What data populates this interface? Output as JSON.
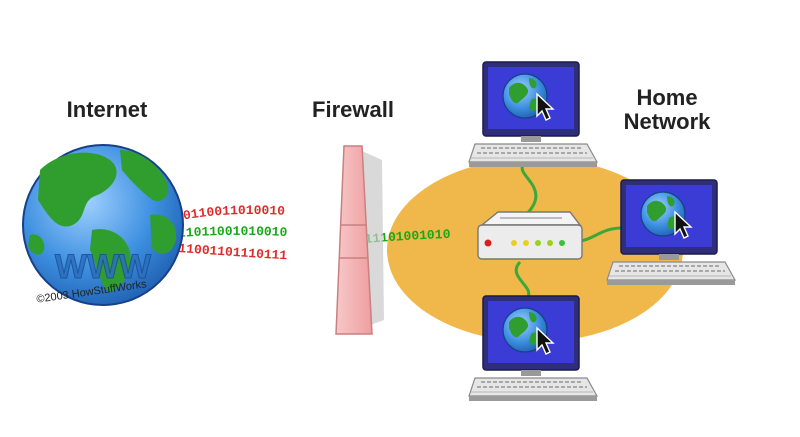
{
  "labels": {
    "internet": "Internet",
    "firewall": "Firewall",
    "home_line1": "Home",
    "home_line2": "Network",
    "copyright": "©2003 HowStuffWorks",
    "globe_text": "WWW"
  },
  "bits": {
    "red_top": "00110011010010",
    "green_mid": "11011001010010",
    "red_bot": "11001101110111",
    "green_after": "11101001010"
  },
  "colors": {
    "globe_ocean": "#3d8fe0",
    "globe_land": "#2f9e2f",
    "firewall": "#f4b3b3",
    "home_area": "#f0b84a",
    "bits_red": "#e02a2a",
    "bits_green": "#18a818",
    "screen_frame": "#3c3c8c",
    "cable": "#3aa83a"
  }
}
